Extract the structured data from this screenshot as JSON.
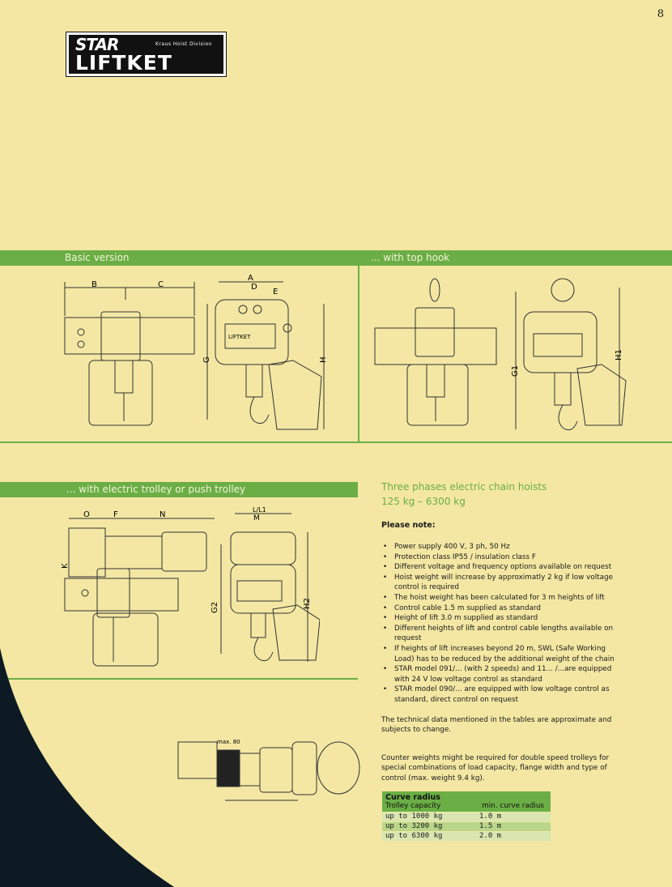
{
  "page_number": "8",
  "logo": {
    "line1": "STAR",
    "line2": "LIFTKET",
    "tagline": "Kraus Hoist Division"
  },
  "sections": {
    "basic": "Basic version",
    "top_hook": "... with top hook",
    "trolley": "... with electric trolley or push trolley"
  },
  "dimension_labels": {
    "basic": [
      "B",
      "C",
      "A",
      "D",
      "E",
      "G",
      "H"
    ],
    "top_hook": [
      "G1",
      "H1"
    ],
    "trolley": [
      "O",
      "F",
      "N",
      "K",
      "L/L1",
      "M",
      "G2",
      "H2"
    ],
    "detail": "max. 80"
  },
  "heading": {
    "line1": "Three phases electric chain hoists",
    "line2": "125 kg – 6300 kg"
  },
  "please_note": "Please note:",
  "notes": [
    "Power supply 400 V, 3 ph, 50 Hz",
    "Protection class IP55 / insulation class F",
    "Different voltage and frequency options available on request",
    "Hoist weight will increase by approximatly 2 kg if low voltage control is required",
    "The hoist weight has been calculated for 3 m heights of lift",
    "Control cable 1.5 m supplied as standard",
    "Height of lift 3.0 m supplied as standard",
    "Different heights of lift and control cable lengths available on request",
    "If heights of lift increases beyond 20 m, SWL (Safe Working Load) has to be reduced by the additional weight of the chain",
    "STAR model 091/... (with 2 speeds) and 11... /...are equipped with 24 V low voltage control as standard",
    "STAR model 090/... are equipped with low voltage control as standard, direct control on request"
  ],
  "paragraph1": "The technical data mentioned in the tables are approximate and subjects to change.",
  "paragraph2": "Counter weights might be required for double speed trolleys for special combinations of load capacity, flange width and type of control (max. weight 9.4 kg).",
  "curve_table": {
    "title": "Curve radius",
    "col1": "Trolley capacity",
    "col2": "min. curve radius",
    "rows": [
      {
        "capacity": "up to 1000 kg",
        "radius": "1.0 m"
      },
      {
        "capacity": "up to 3200 kg",
        "radius": "1.5 m"
      },
      {
        "capacity": "up to 6300 kg",
        "radius": "2.0 m"
      }
    ]
  },
  "colors": {
    "background": "#f3e7a3",
    "green": "#6bae45",
    "dark_shape": "#0d1a24"
  }
}
